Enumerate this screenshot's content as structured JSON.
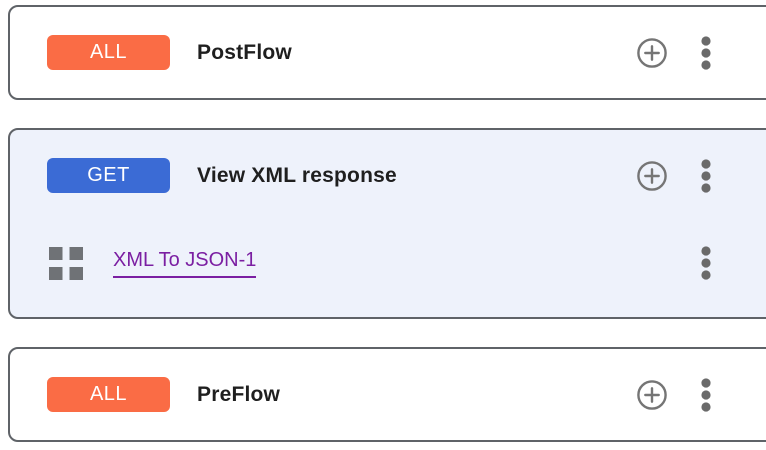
{
  "flows": [
    {
      "method": "ALL",
      "name": "PostFlow",
      "selected": false
    },
    {
      "method": "GET",
      "name": "View XML response",
      "selected": true,
      "policies": [
        {
          "name": "XML To JSON-1"
        }
      ]
    },
    {
      "method": "ALL",
      "name": "PreFlow",
      "selected": false
    }
  ],
  "icons": {
    "add": "plus-circle-icon",
    "menu": "kebab-menu-icon",
    "drag_handle": "grid-squares-icon"
  },
  "colors": {
    "method_all_badge": "#FA6C45",
    "method_get_badge": "#3B6BD5",
    "selected_flow_background": "#EEF2FB",
    "card_border": "#5F6368",
    "icon_gray": "#757575",
    "policy_link": "#7B1FA2",
    "title_text": "#1F1F1F"
  }
}
